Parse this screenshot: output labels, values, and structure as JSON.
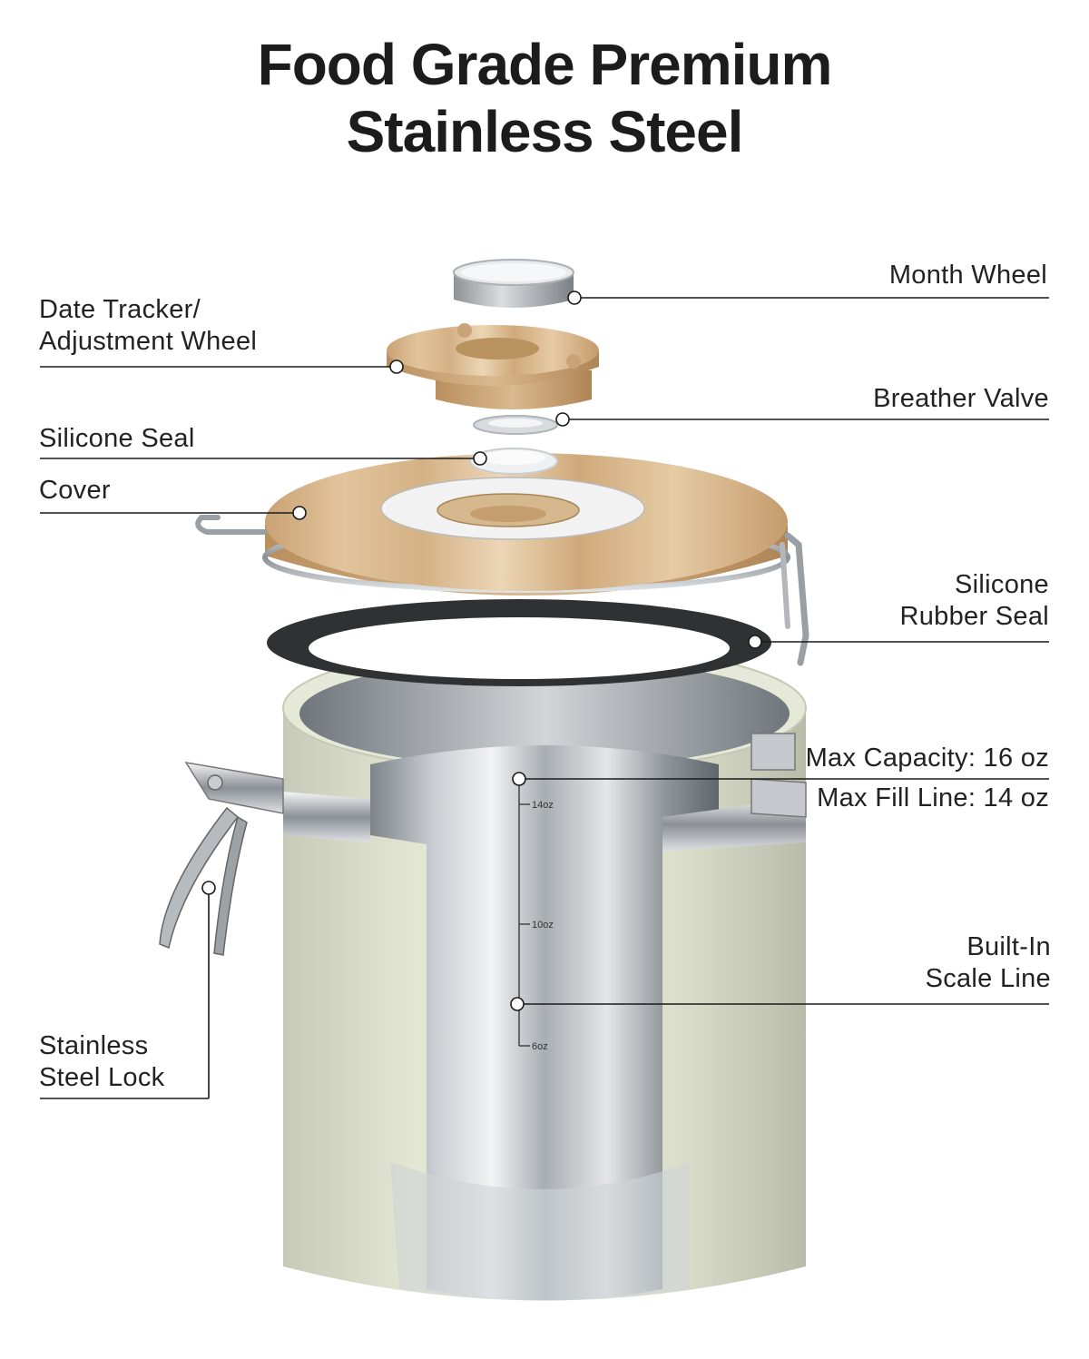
{
  "title": {
    "line1": "Food Grade Premium",
    "line2": "Stainless Steel"
  },
  "callouts": {
    "month_wheel": "Month Wheel",
    "date_tracker_line1": "Date Tracker/",
    "date_tracker_line2": "Adjustment Wheel",
    "breather_valve": "Breather Valve",
    "silicone_seal": "Silicone Seal",
    "cover": "Cover",
    "rubber_seal_line1": "Silicone",
    "rubber_seal_line2": "Rubber Seal",
    "max_capacity": "Max Capacity: 16 oz",
    "max_fill": "Max Fill Line: 14 oz",
    "scale_line1": "Built-In",
    "scale_line2": "Scale Line",
    "lock_line1": "Stainless",
    "lock_line2": "Steel Lock"
  },
  "scale_marks": {
    "mark_14": "14oz",
    "mark_10": "10oz",
    "mark_6": "6oz"
  },
  "colors": {
    "canister_body": "#dcdfcb",
    "wood": "#d4b185",
    "steel": "#b7bcc1",
    "gasket": "#2f3133",
    "leader_line": "#1a1a1a"
  }
}
